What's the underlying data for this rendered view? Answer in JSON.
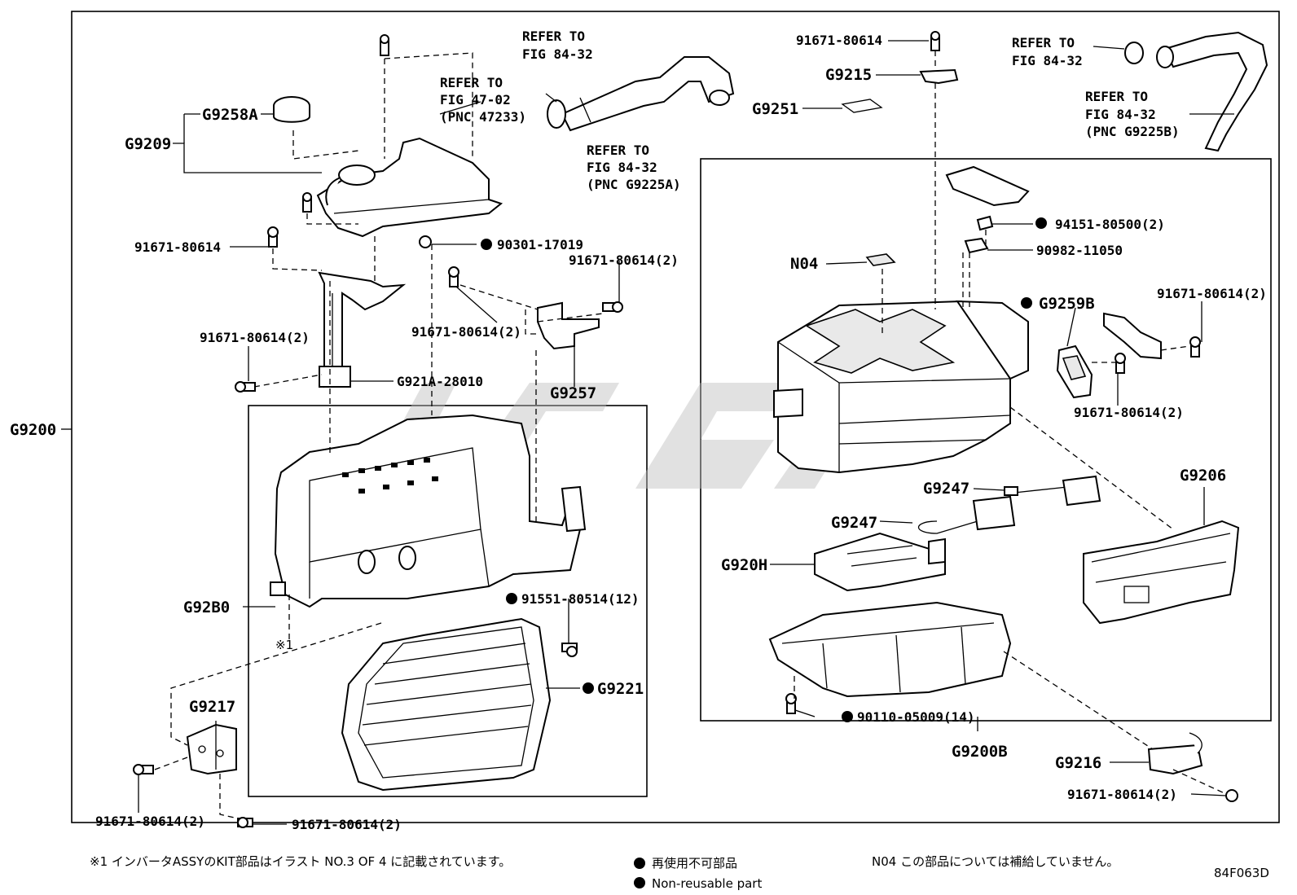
{
  "labels": {
    "g9200": "G9200",
    "g9209": "G9209",
    "g9258a": "G9258A",
    "ref_4702_a": "REFER TO",
    "ref_4702_b": "FIG 47-02",
    "ref_4702_c": "(PNC 47233)",
    "ref_8432_top_a": "REFER TO",
    "ref_8432_top_b": "FIG 84-32",
    "ref_8432_mid_a": "REFER TO",
    "ref_8432_mid_b": "FIG 84-32",
    "ref_8432_mid_c": "(PNC G9225A)",
    "ref_8432_right_a": "REFER TO",
    "ref_8432_right_b": "FIG 84-32",
    "ref_8432_farright_a": "REFER TO",
    "ref_8432_farright_b": "FIG 84-32",
    "ref_8432_farright_c": "(PNC G9225B)",
    "bolt_top": "91671-80614",
    "g9215": "G9215",
    "g9251": "G9251",
    "bolt_left_1": "91671-80614",
    "washer_90301": "90301-17019",
    "bolt_mid_2": "91671-80614(2)",
    "bolt_mid_3": "91671-80614(2)",
    "bolt_left_2": "91671-80614(2)",
    "g921a": "G921A-28010",
    "g9257": "G9257",
    "nut_94151": "94151-80500(2)",
    "clip_90982": "90982-11050",
    "n04": "N04",
    "g9259b": "G9259B",
    "bolt_right_1": "91671-80614(2)",
    "bolt_right_2": "91671-80614(2)",
    "g9247_1": "G9247",
    "g9247_2": "G9247",
    "g9206": "G9206",
    "g920h": "G920H",
    "g92b0": "G92B0",
    "bolt_91551": "91551-80514(12)",
    "g9221": "G9221",
    "g9217": "G9217",
    "kome1": "※1",
    "bolt_left_bottom": "91671-80614(2)",
    "bolt_bottom_center": "91671-80614(2)",
    "bolt_90110": "90110-05009(14)",
    "g9200b": "G9200B",
    "g9216": "G9216",
    "bolt_right_bottom": "91671-80614(2)"
  },
  "footer": {
    "note1": "※1 インバータASSYのKIT部品はイラスト NO.3 OF 4 に記載されています。",
    "legend_jp": "再使用不可部品",
    "legend_en": "Non-reusable part",
    "note_n04": "N04 この部品については補給していません。",
    "code": "84F063D"
  }
}
